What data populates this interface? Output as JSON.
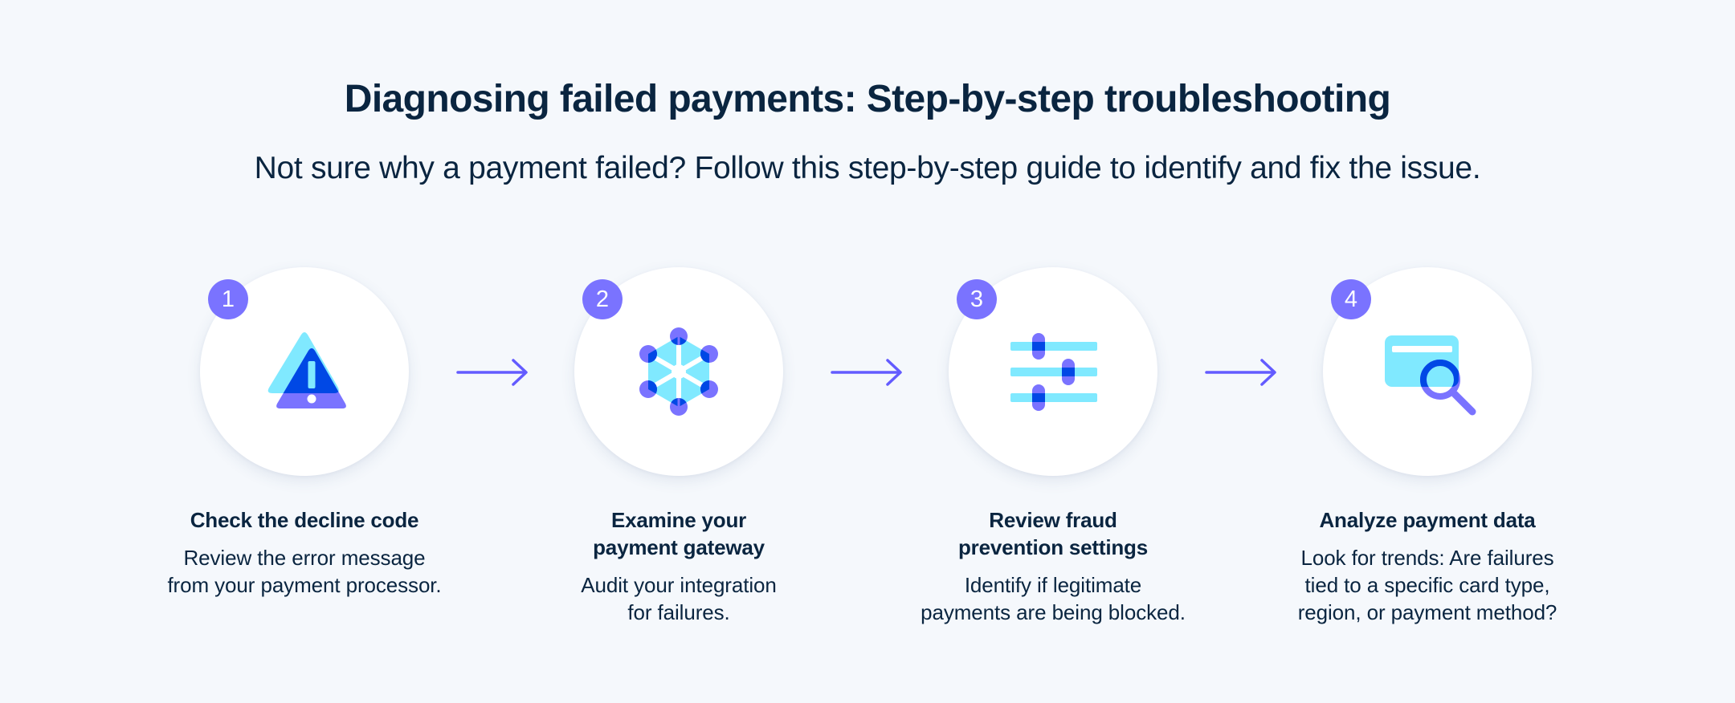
{
  "header": {
    "title": "Diagnosing failed payments: Step-by-step troubleshooting",
    "subtitle": "Not sure why a payment failed? Follow this step-by-step guide to identify and fix the issue."
  },
  "colors": {
    "background": "#F5F8FC",
    "text": "#0A2540",
    "badge": "#7A73FF",
    "arrow": "#635BFF",
    "icon_cyan": "#80E9FF",
    "icon_purple": "#7A73FF",
    "icon_blue": "#0048E5"
  },
  "steps": [
    {
      "number": "1",
      "icon": "warning-triangle-icon",
      "heading_lines": [
        "Check the decline code"
      ],
      "body_lines": [
        "Review the error message",
        "from your payment processor."
      ]
    },
    {
      "number": "2",
      "icon": "network-hexagon-icon",
      "heading_lines": [
        "Examine your",
        "payment gateway"
      ],
      "body_lines": [
        "Audit your integration",
        "for failures."
      ]
    },
    {
      "number": "3",
      "icon": "sliders-settings-icon",
      "heading_lines": [
        "Review fraud",
        "prevention settings"
      ],
      "body_lines": [
        "Identify if legitimate",
        "payments are being blocked."
      ]
    },
    {
      "number": "4",
      "icon": "card-magnifier-icon",
      "heading_lines": [
        "Analyze payment data"
      ],
      "body_lines": [
        "Look for trends: Are failures",
        "tied to a specific card type,",
        "region, or payment method?"
      ]
    }
  ],
  "connectors": [
    "arrow-right-icon",
    "arrow-right-icon",
    "arrow-right-icon"
  ]
}
